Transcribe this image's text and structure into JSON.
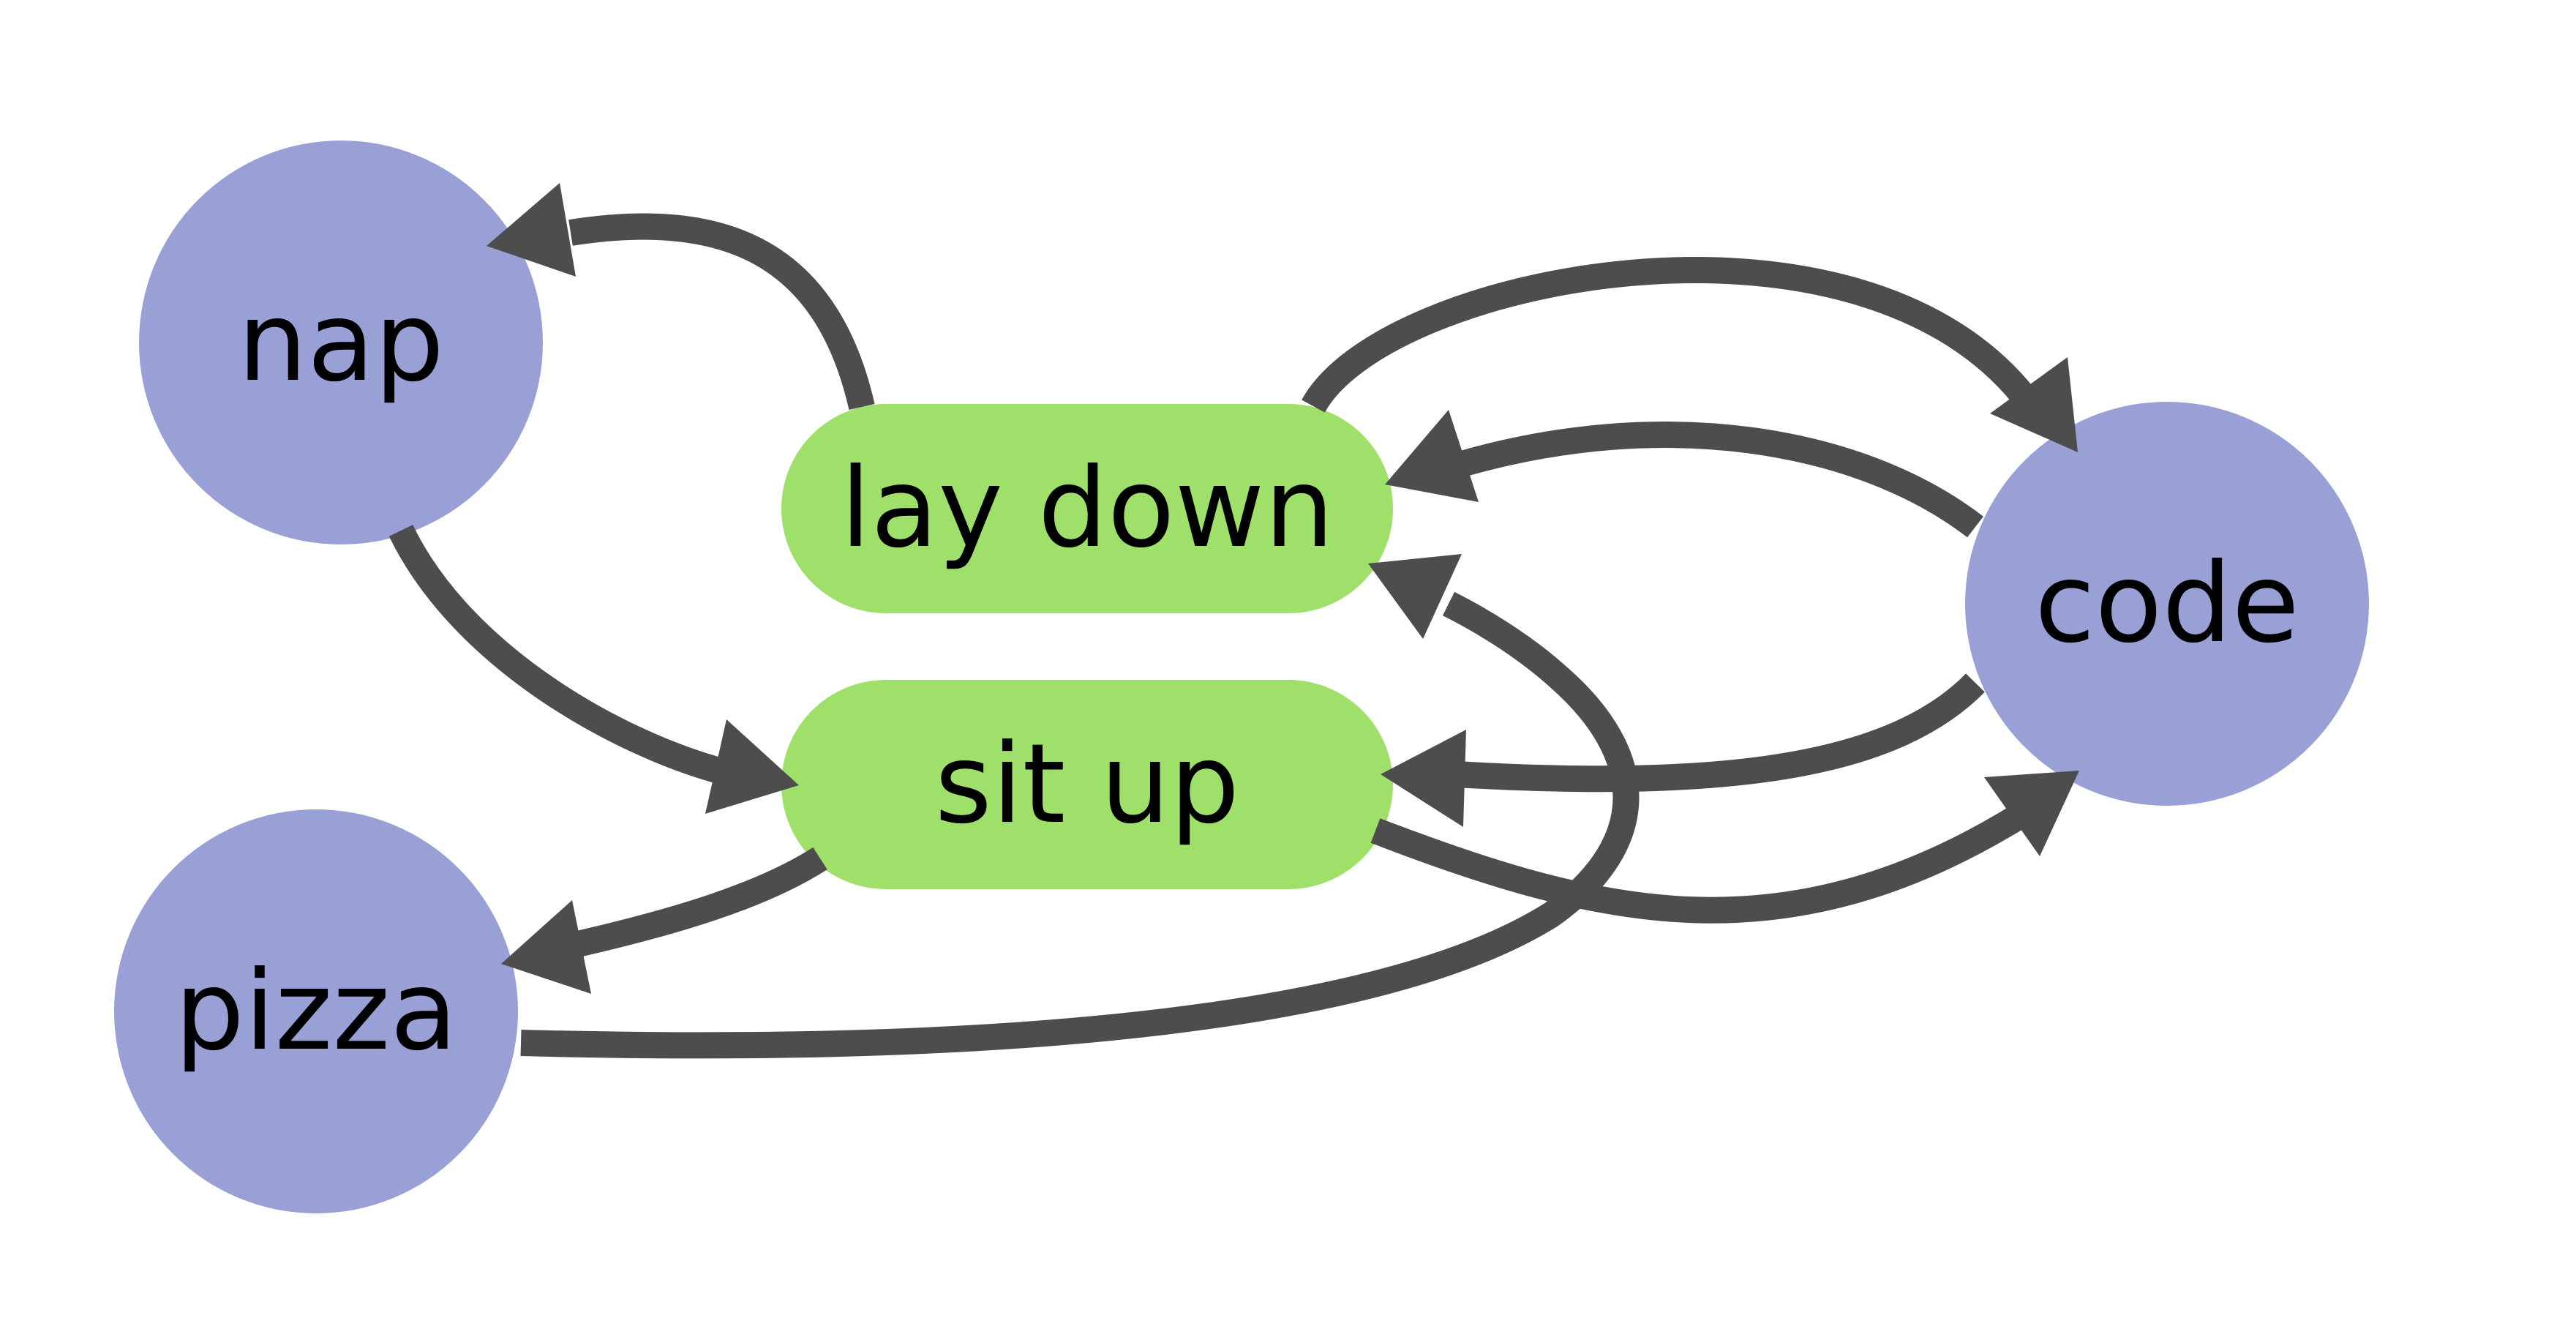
{
  "colors": {
    "circle_node": "#98a0d6",
    "rounded_node": "#9fe06a",
    "edge": "#4d4d4d",
    "label": "#000000"
  },
  "nodes": {
    "nap": {
      "label": "nap",
      "shape": "circle"
    },
    "pizza": {
      "label": "pizza",
      "shape": "circle"
    },
    "code": {
      "label": "code",
      "shape": "circle"
    },
    "lay_down": {
      "label": "lay down",
      "shape": "rounded-rect"
    },
    "sit_up": {
      "label": "sit up",
      "shape": "rounded-rect"
    }
  },
  "edges": [
    {
      "from": "lay down",
      "to": "nap"
    },
    {
      "from": "nap",
      "to": "sit up"
    },
    {
      "from": "lay down",
      "to": "code"
    },
    {
      "from": "code",
      "to": "lay down"
    },
    {
      "from": "code",
      "to": "sit up"
    },
    {
      "from": "sit up",
      "to": "code"
    },
    {
      "from": "sit up",
      "to": "pizza"
    },
    {
      "from": "pizza",
      "to": "lay down"
    }
  ]
}
